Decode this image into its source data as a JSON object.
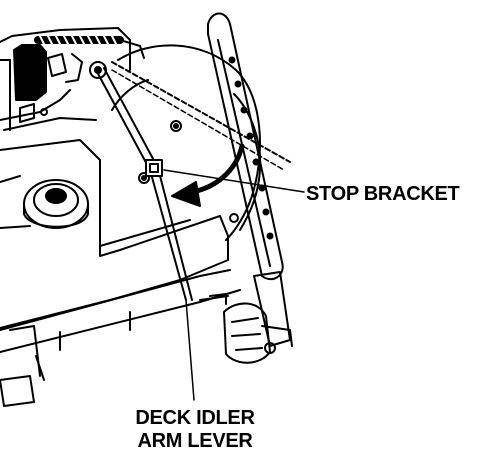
{
  "labels": {
    "stop_bracket": "STOP BRACKET",
    "deck_idler_line1": "DECK IDLER",
    "deck_idler_line2": "ARM LEVER"
  },
  "colors": {
    "ink": "#000000",
    "paper": "#ffffff"
  }
}
